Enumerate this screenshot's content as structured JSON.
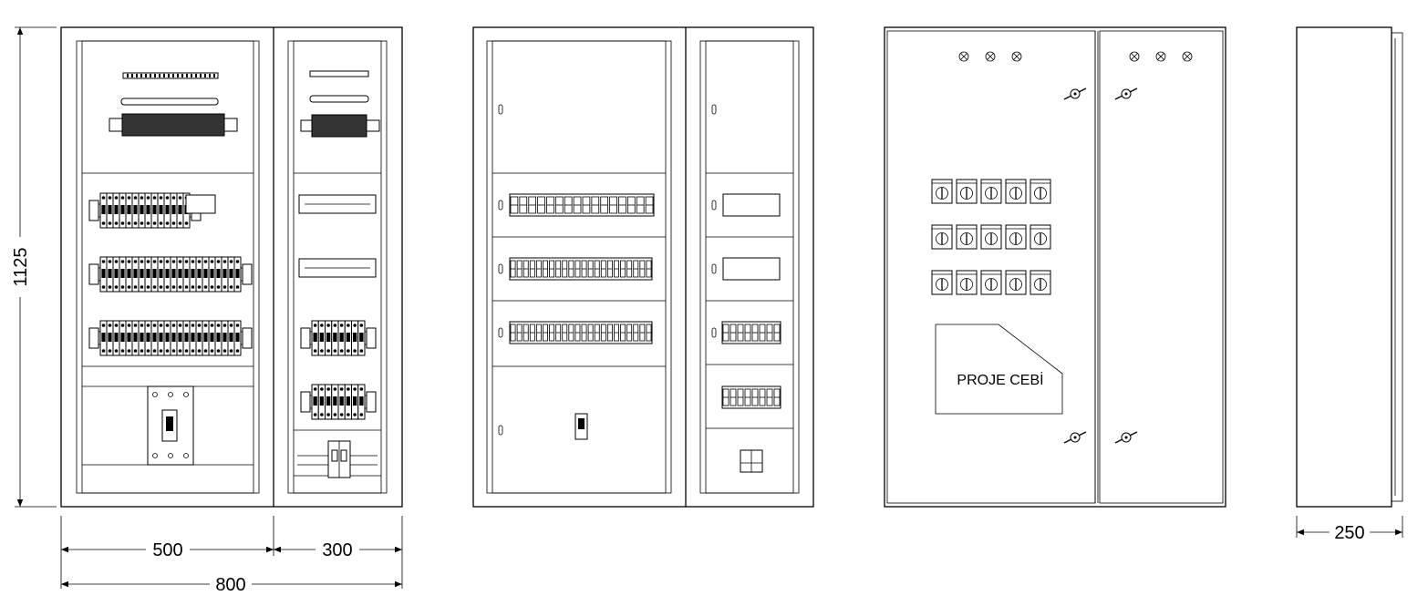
{
  "dimensions": {
    "height": "1125",
    "width_left": "500",
    "width_right": "300",
    "width_total": "800",
    "depth": "250"
  },
  "door_view": {
    "pocket_label": "PROJE CEBİ"
  }
}
